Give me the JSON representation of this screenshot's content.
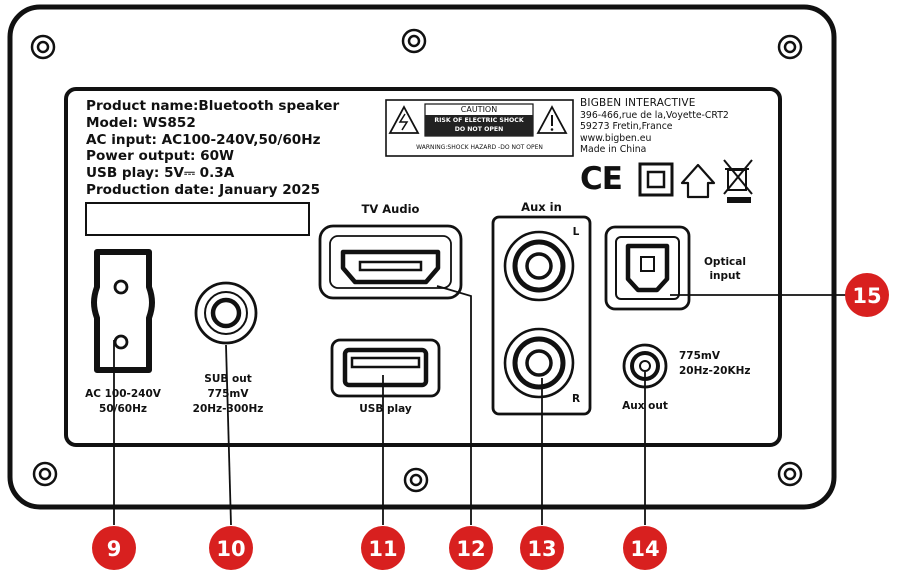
{
  "product_info": {
    "lines": [
      "Product name:Bluetooth speaker",
      "Model: WS852",
      "AC input: AC100-240V,50/60Hz",
      "Power output: 60W",
      "USB play: 5V⎓ 0.3A",
      "Production date: January 2025"
    ]
  },
  "caution": {
    "title": "CAUTION",
    "line1": "RISK OF ELECTRIC SHOCK",
    "line2": "DO NOT OPEN",
    "footer": "WARNING:SHOCK HAZARD -DO NOT OPEN"
  },
  "manufacturer": {
    "name": "BIGBEN INTERACTIVE",
    "address1": "396-466,rue de la,Voyette-CRT2",
    "address2": "59273 Fretin,France",
    "website": "www.bigben.eu",
    "origin": "Made in China"
  },
  "marks": {
    "ce": "CE"
  },
  "ports": {
    "tv_audio": "TV Audio",
    "aux_in": "Aux in",
    "aux_l": "L",
    "aux_r": "R",
    "optical_1": "Optical",
    "optical_2": "input",
    "ac_1": "AC 100-240V",
    "ac_2": "50/60Hz",
    "sub_1": "SUB out",
    "sub_2": "775mV",
    "sub_3": "20Hz-300Hz",
    "usb": "USB play",
    "aux_out_1": "775mV",
    "aux_out_2": "20Hz-20KHz",
    "aux_out": "Aux out"
  },
  "callouts": [
    "9",
    "10",
    "11",
    "12",
    "13",
    "14",
    "15"
  ],
  "colors": {
    "badge": "#d8201f",
    "outline": "#111111"
  }
}
